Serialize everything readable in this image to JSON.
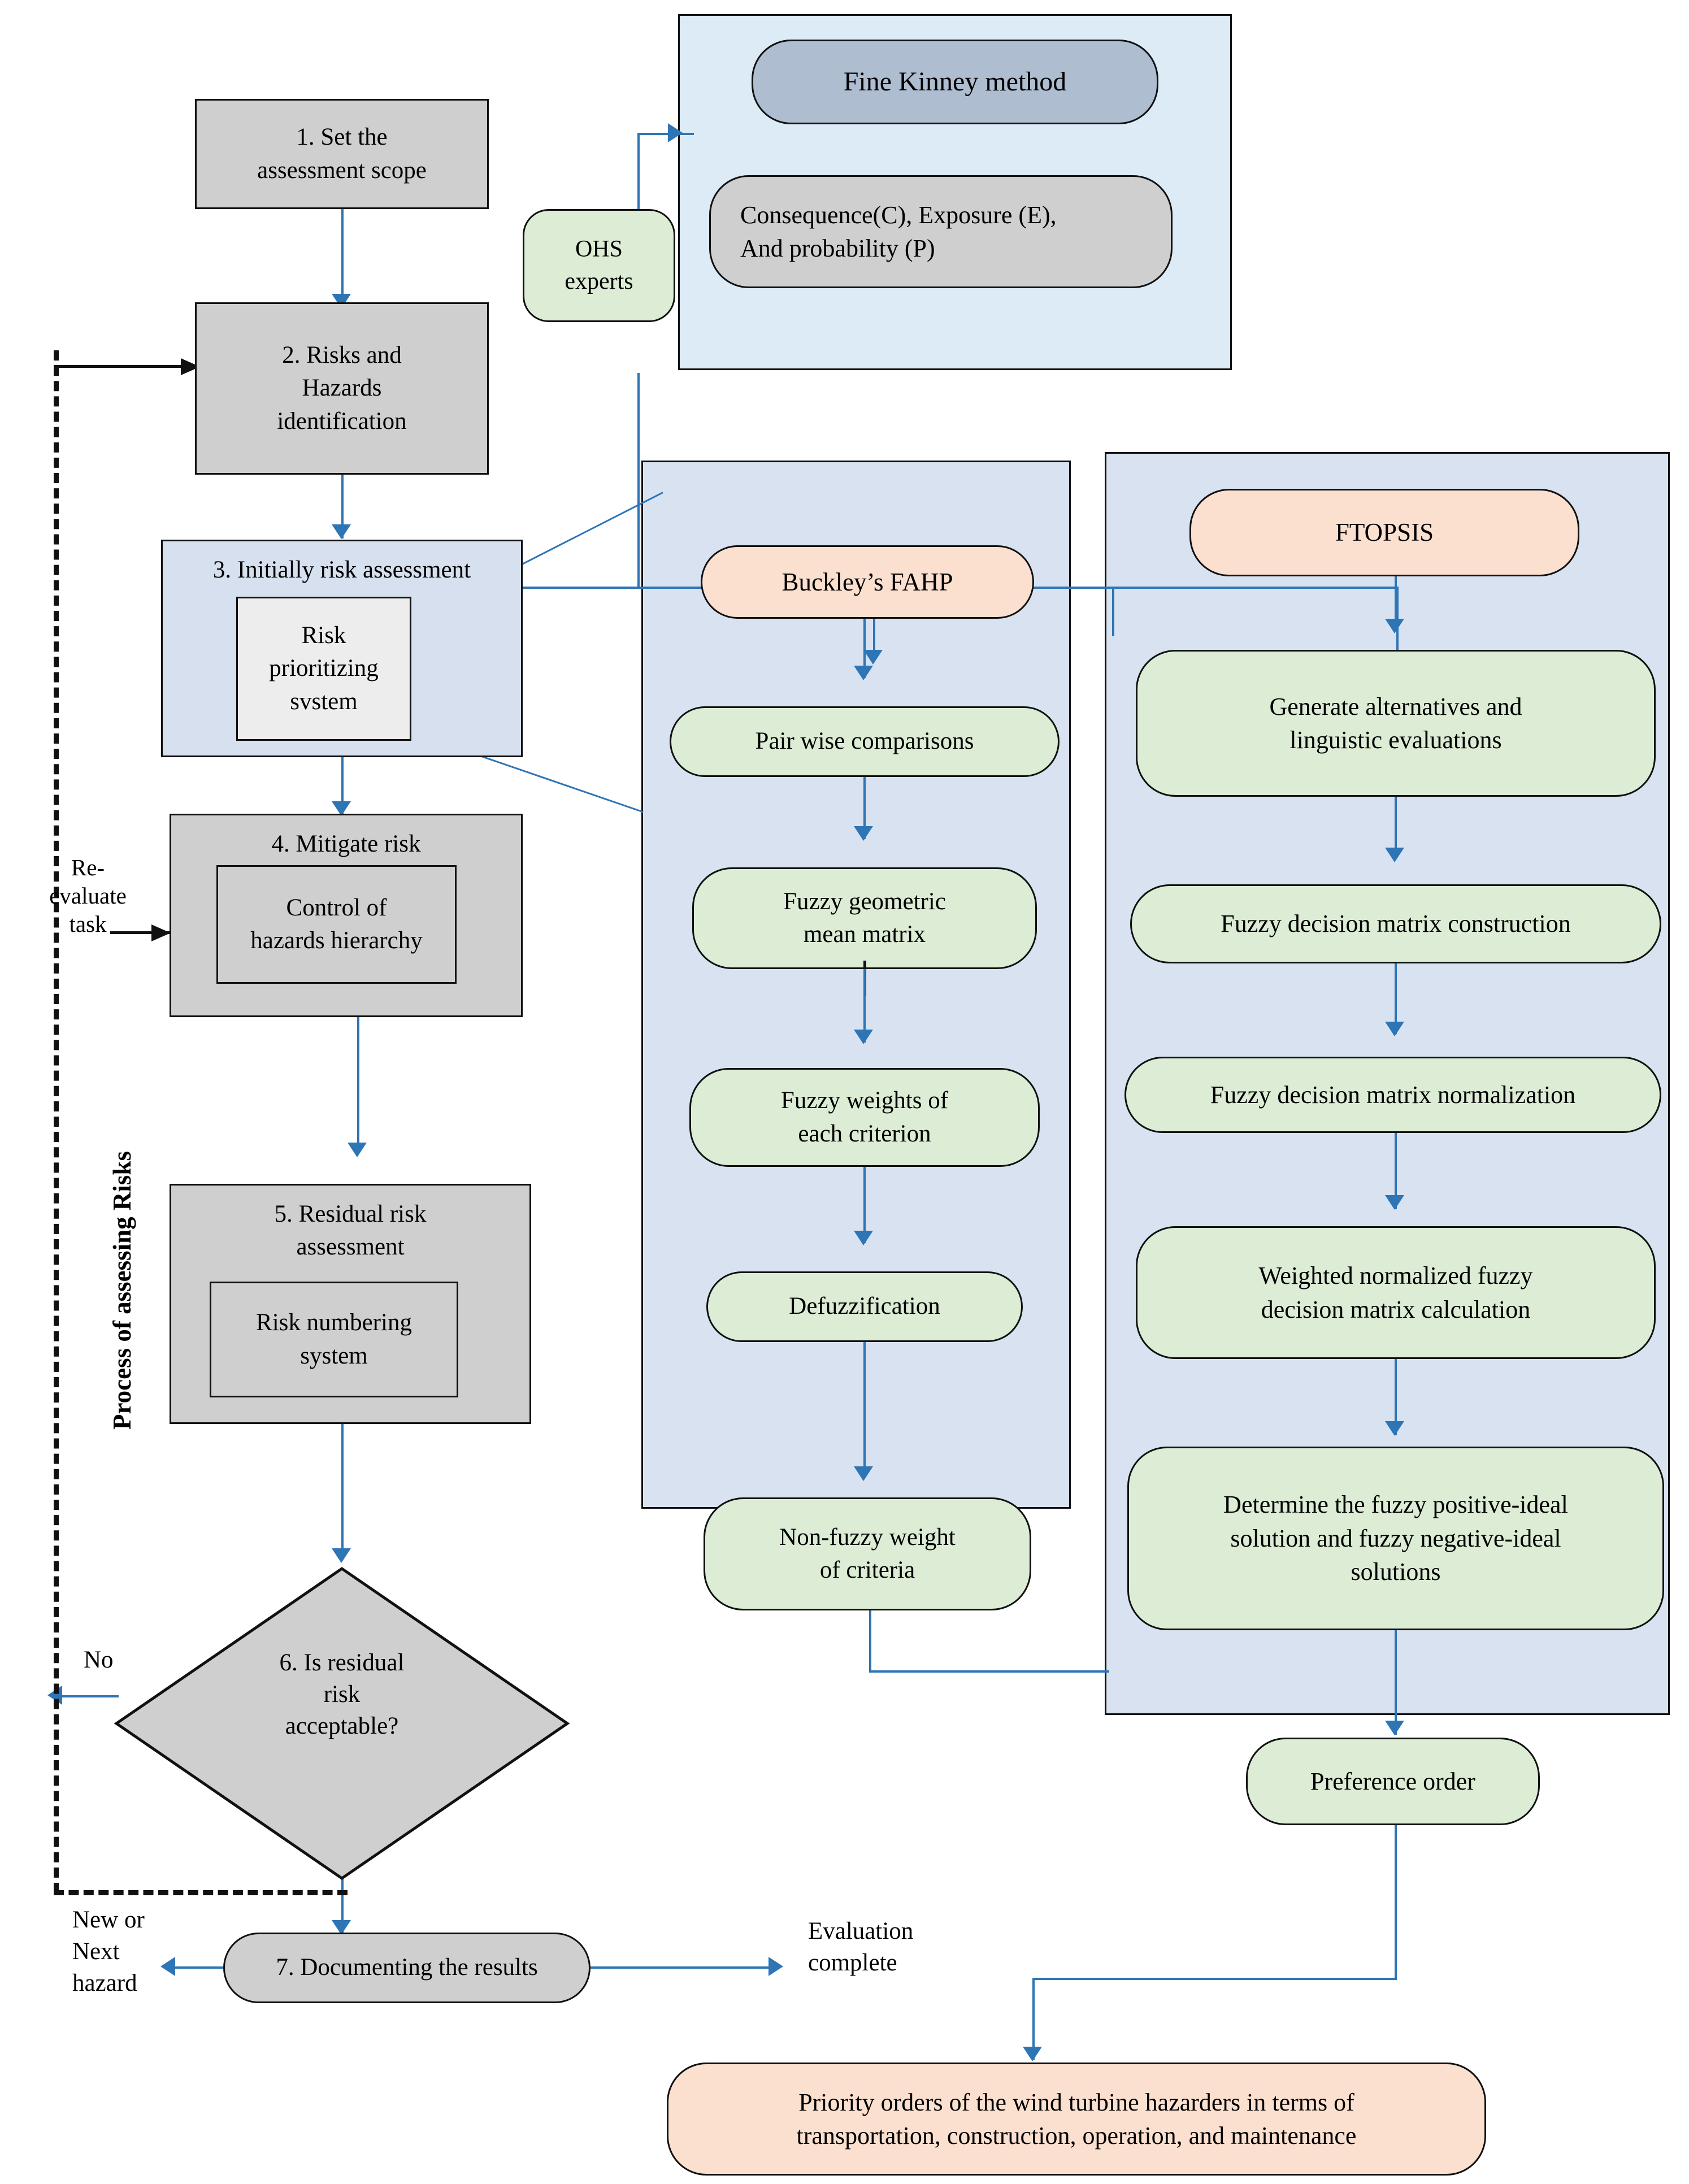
{
  "title": "Process of assessing Risks flowchart",
  "colors": {
    "arrow_blue": "#2e75b6",
    "panel_blue_light": "#ddebf7",
    "panel_blue": "#d9e2f1",
    "grey_fill": "#cfcfcf",
    "green_fill": "#dcecd5",
    "peach_fill": "#fbe0d0",
    "bluegrey_fill": "#aebdd0"
  },
  "left_process": {
    "axis_label": "Process of assessing Risks",
    "step1": "1. Set the\nassessment scope",
    "step2": "2. Risks and\nHazards\nidentification",
    "step3_title": "3. Initially risk assessment",
    "step3_inner": "Risk\nprioritizing\nsvstem",
    "step4_title": "4. Mitigate risk",
    "step4_inner": "Control of\nhazards hierarchy",
    "step5_title": "5. Residual risk\nassessment",
    "step5_inner": "Risk numbering\nsystem",
    "step6": "6. Is residual\nrisk\nacceptable?",
    "step7": "7. Documenting the results",
    "label_no": "No",
    "label_reevaluate": "Re-\nevaluate\ntask",
    "label_new_next": "New or\nNext\nhazard",
    "label_eval_complete": "Evaluation\ncomplete"
  },
  "experts": {
    "label": "OHS\nexperts"
  },
  "kinney_panel": {
    "method": "Fine Kinney method",
    "factors": "Consequence(C), Exposure (E),\nAnd probability (P)"
  },
  "fahp_panel": {
    "header": "Buckley’s FAHP",
    "steps": [
      "Pair wise comparisons",
      "Fuzzy geometric\nmean matrix",
      "Fuzzy weights of\neach criterion",
      "Defuzzification"
    ],
    "output": "Non-fuzzy weight\nof criteria"
  },
  "ftopsis_panel": {
    "header": "FTOPSIS",
    "steps": [
      "Generate alternatives and\nlinguistic evaluations",
      "Fuzzy decision matrix construction",
      "Fuzzy decision matrix normalization",
      "Weighted normalized fuzzy\ndecision matrix calculation",
      "Determine the fuzzy positive-ideal\nsolution and fuzzy negative-ideal\nsolutions"
    ],
    "output": "Preference order"
  },
  "final_result": "Priority orders of the wind turbine hazarders in terms of\ntransportation, construction, operation, and maintenance"
}
